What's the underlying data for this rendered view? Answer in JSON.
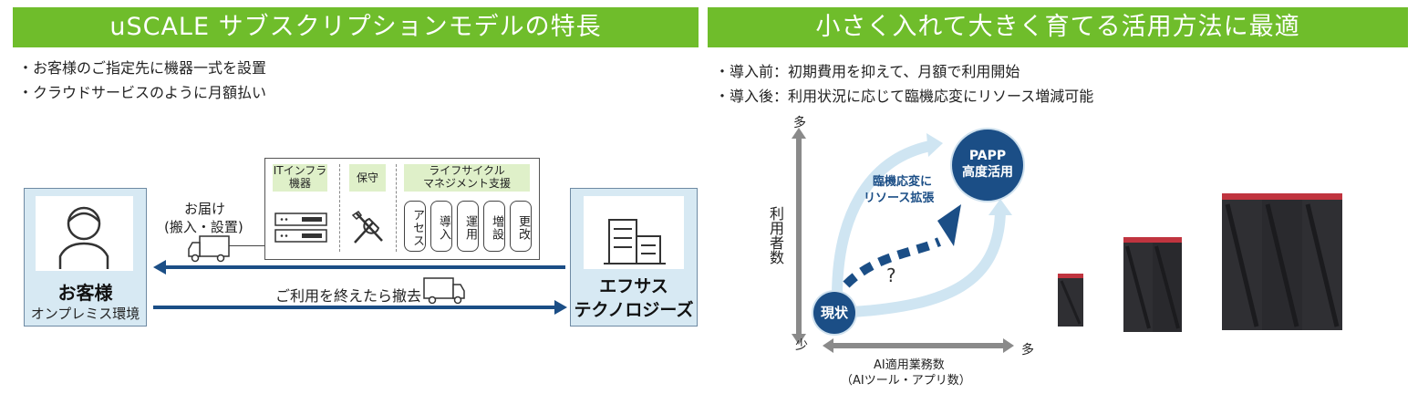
{
  "left": {
    "title": "uSCALE サブスクリプションモデルの特長",
    "bullets": [
      "・お客様のご指定先に機器一式を設置",
      "・クラウドサービスのように月額払い"
    ],
    "customer": {
      "name": "お客様",
      "sub": "オンプレミス環境"
    },
    "provider": {
      "line1": "エフサス",
      "line2": "テクノロジーズ"
    },
    "delivery_label_1": "お届け",
    "delivery_label_2": "(搬入・設置)",
    "return_label": "ご利用を終えたら撤去",
    "services": {
      "infra_1": "ITインフラ",
      "infra_2": "機器",
      "maintenance": "保守",
      "lifecycle_1": "ライフサイクル",
      "lifecycle_2": "マネジメント支援",
      "tiles": [
        "アセス",
        "導入",
        "運用",
        "増設",
        "更改"
      ]
    }
  },
  "right": {
    "title": "小さく入れて大きく育てる活用方法に最適",
    "bullets": [
      "・導入前：初期費用を抑えて、月額で利用開始",
      "・導入後：利用状況に応じて臨機応変にリソース増減可能"
    ],
    "y_axis": {
      "high": "多",
      "label": "利用者数"
    },
    "x_axis": {
      "low": "少",
      "high": "多",
      "label_1": "AI適用業務数",
      "label_2": "（AIツール・アプリ数）"
    },
    "current": "現状",
    "target_1": "PAPP",
    "target_2": "高度活用",
    "expand_1": "臨機応変に",
    "expand_2": "リソース拡張",
    "question": "?"
  },
  "colors": {
    "banner_green": "#6fbd2b",
    "navy": "#1b4e86",
    "light_blue_arrow": "#cfe5f2",
    "panel_blue": "#d7e9f3",
    "service_header": "#dff0c9"
  }
}
